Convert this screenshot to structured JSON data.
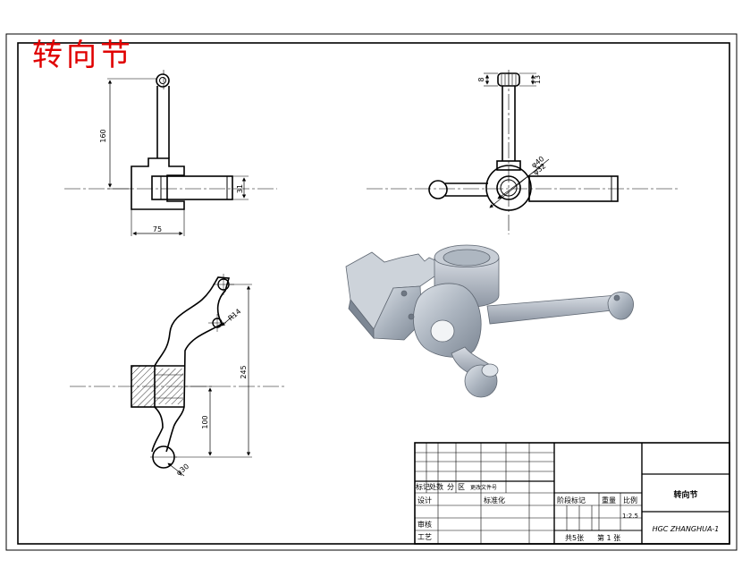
{
  "drawing": {
    "title": "转向节",
    "colors": {
      "title": "#e00000",
      "line": "#000000",
      "part": "#a9b3bf"
    }
  },
  "dimensions": {
    "front_height": "160",
    "front_width": "75",
    "front_shaft": "31",
    "side_top_a": "8",
    "side_top_b": "13",
    "side_hole_a": "φ40",
    "side_hole_b": "φ32",
    "bottom_radius": "R14",
    "bottom_total": "245",
    "bottom_lower": "100",
    "bottom_ball": "φ30"
  },
  "title_block": {
    "row_labels": [
      "标记",
      "处数",
      "分",
      "区",
      "更改文件号"
    ],
    "design": "设计",
    "standardization": "标准化",
    "review": "审核",
    "process": "工艺",
    "stage_mark": "阶段标记",
    "weight": "重量",
    "scale": "比例",
    "scale_value": "1:2.5",
    "sheets_total": "共5张",
    "sheet_no": "第 1 张",
    "part_name": "转向节",
    "drawing_no": "HGC ZHANGHUA-1"
  }
}
